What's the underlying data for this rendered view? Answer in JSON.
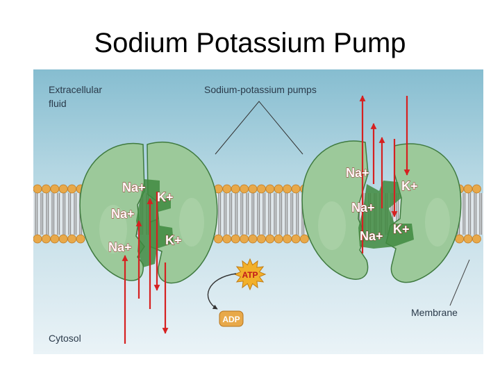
{
  "slide": {
    "title": "Sodium Potassium Pump"
  },
  "figure": {
    "labels": {
      "extracellular_line1": "Extracellular",
      "extracellular_line2": "fluid",
      "pumps": "Sodium-potassium pumps",
      "cytosol": "Cytosol",
      "membrane": "Membrane"
    },
    "left_pump": {
      "na_top": "Na+",
      "na_mid": "Na+",
      "na_bottom": "Na+",
      "k_top": "K+",
      "k_bottom": "K+"
    },
    "right_pump": {
      "na_top": "Na+",
      "na_mid": "Na+",
      "na_bottom": "Na+",
      "k_top": "K+",
      "k_bottom": "K+"
    },
    "atp": "ATP",
    "adp": "ADP",
    "colors": {
      "extracellular_bg": "#8fc3d4",
      "cytosol_bg": "#d9eaf1",
      "protein": "#9cc99a",
      "protein_dark": "#3f8a3f",
      "lipid_head": "#e8a94a",
      "arrow": "#d62020",
      "atp": "#f2b02a",
      "adp": "#e8a94a"
    }
  }
}
